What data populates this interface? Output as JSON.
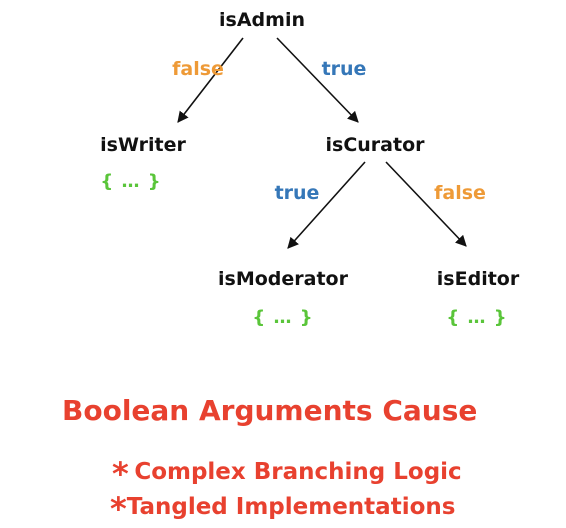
{
  "tree": {
    "root": "isAdmin",
    "left_edge": "false",
    "right_edge": "true",
    "left_node": "isWriter",
    "left_body": "{ … }",
    "right_node": "isCurator",
    "curator_left_edge": "true",
    "curator_right_edge": "false",
    "moderator_node": "isModerator",
    "moderator_body": "{ … }",
    "editor_node": "isEditor",
    "editor_body": "{ … }"
  },
  "caption": {
    "title": "Boolean Arguments Cause",
    "bullets": [
      {
        "marker": "*",
        "text": "Complex Branching Logic"
      },
      {
        "marker": "*",
        "text": "Tangled Implementations"
      }
    ]
  },
  "colors": {
    "true_label": "#3577b8",
    "false_label": "#ee9a37",
    "body_braces": "#5ac53a",
    "caption": "#e8412f",
    "node_text": "#111111"
  }
}
